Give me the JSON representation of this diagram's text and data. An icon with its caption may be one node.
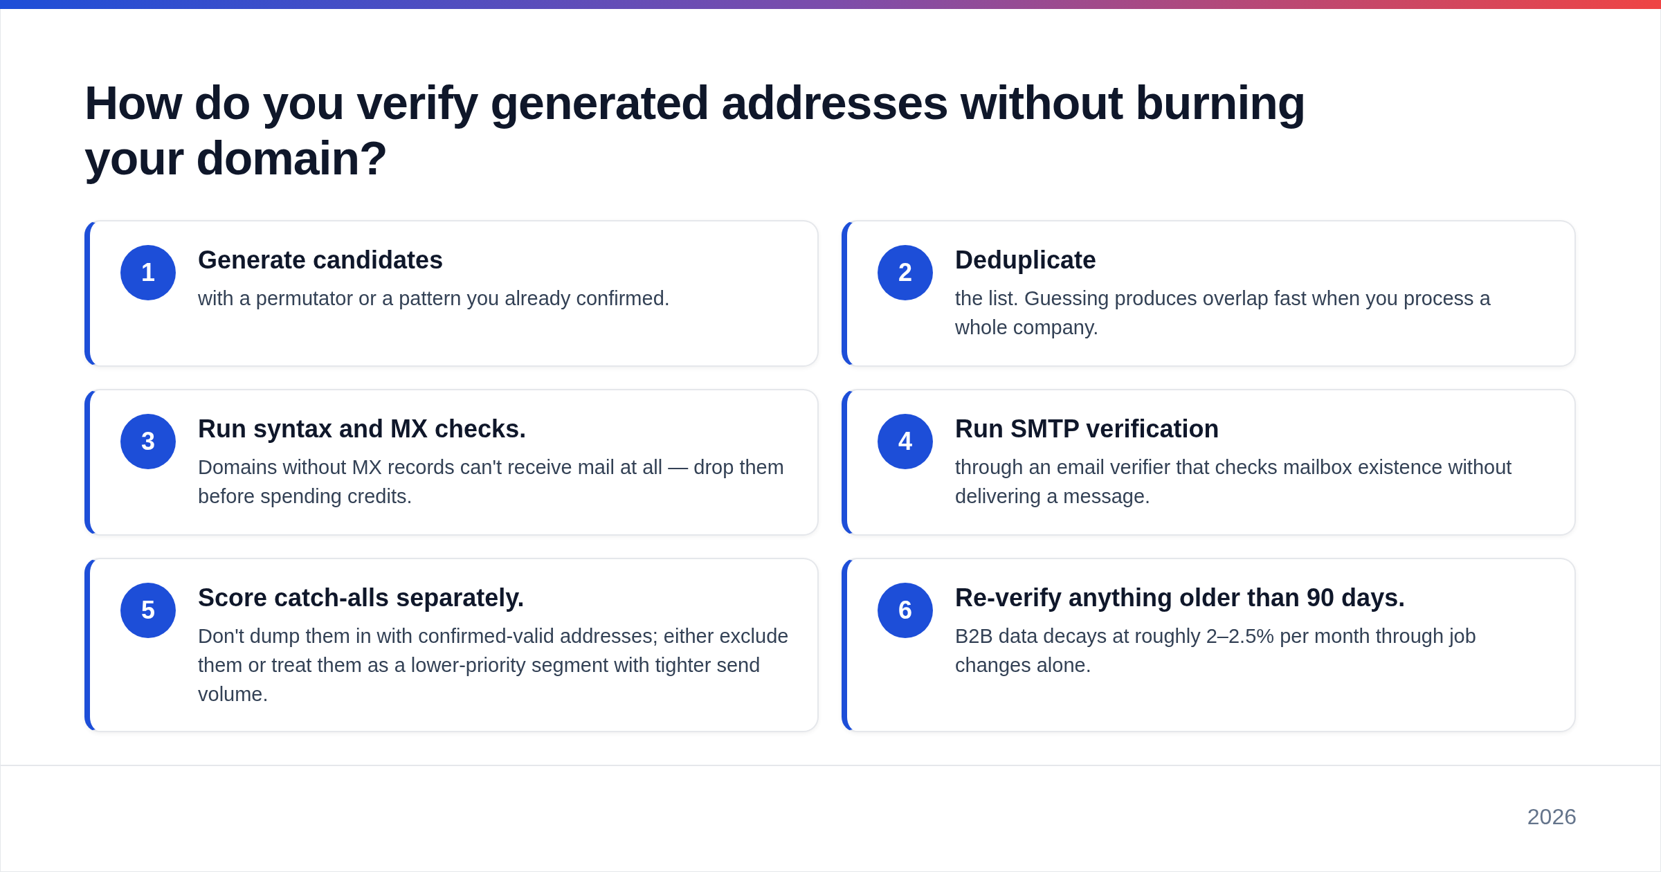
{
  "diagram": {
    "title": "How do you verify generated addresses without burning your domain?",
    "nodes": [
      {
        "text": [
          "Generate candidates",
          "with a permutator or a pattern you already confirmed."
        ]
      },
      {
        "text": [
          "1"
        ],
        "in": 0
      },
      {
        "text": [
          "Deduplicate",
          "the list. Guessing produces overlap fast when you process a whole company."
        ]
      },
      {
        "text": [
          "2"
        ],
        "in": 2
      },
      {
        "text": [
          "Run syntax and MX checks.",
          "Domains without MX records can't receive mail at all — drop them before spending credits."
        ]
      },
      {
        "text": [
          "3"
        ],
        "in": 4
      },
      {
        "text": [
          "Run SMTP verification",
          "through an email verifier that checks mailbox existence without delivering a message."
        ]
      },
      {
        "text": [
          "4"
        ],
        "in": 6
      },
      {
        "text": [
          "Score catch-alls separately.",
          "Don't dump them in with confirmed-valid addresses; either exclude them or treat them as a lower-priority segment with tighter send volume."
        ]
      },
      {
        "text": [
          "5"
        ],
        "in": 8
      },
      {
        "text": [
          "Re-verify anything older than 90 days.",
          "B2B data decays at roughly 2–2.5% per month through job changes alone."
        ]
      },
      {
        "text": [
          "6"
        ],
        "in": 10
      }
    ],
    "labels": [
      "2026"
    ]
  }
}
